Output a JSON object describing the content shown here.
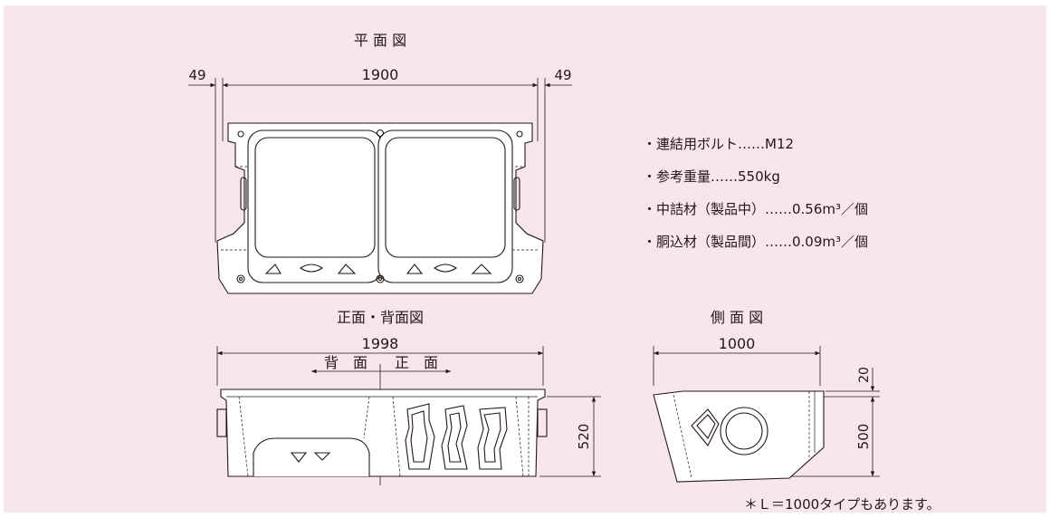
{
  "colors": {
    "background": "#f8e6ee",
    "line": "#231815",
    "body": "#ffffff"
  },
  "plan_view": {
    "title": "平 面 図",
    "dim_total": "1900",
    "dim_left": "49",
    "dim_right": "49"
  },
  "front_view": {
    "title": "正面・背面図",
    "dim_width": "1998",
    "label_back": "背　面",
    "label_front": "正　面",
    "dim_height": "520"
  },
  "side_view": {
    "title": "側 面 図",
    "dim_width": "1000",
    "dim_top": "20",
    "dim_height": "500"
  },
  "specs": [
    "・連結用ボルト……M12",
    "・参考重量……550kg",
    "・中詰材（製品中）……0.56m³／個",
    "・胴込材（製品間）……0.09m³／個"
  ],
  "note": "＊Ｌ＝1000タイプもあります。"
}
